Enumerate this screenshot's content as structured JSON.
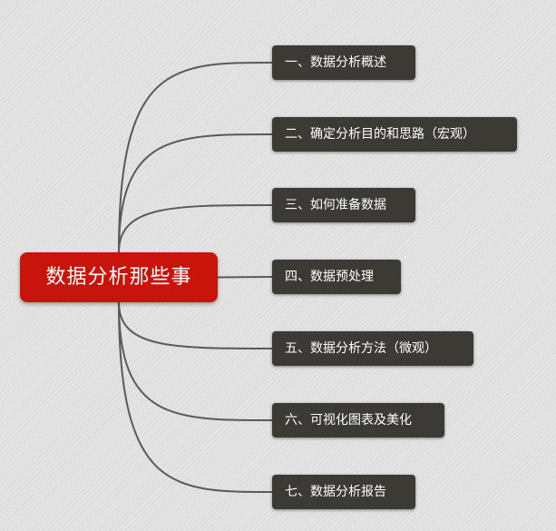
{
  "root": {
    "label": "数据分析那些事",
    "color": "#c8140a"
  },
  "branches": [
    {
      "label": "一、数据分析概述"
    },
    {
      "label": "二、确定分析目的和思路（宏观）"
    },
    {
      "label": "三、如何准备数据"
    },
    {
      "label": "四、数据预处理"
    },
    {
      "label": "五、数据分析方法（微观）"
    },
    {
      "label": "六、可视化图表及美化"
    },
    {
      "label": "七、数据分析报告"
    }
  ],
  "colors": {
    "branch_fill": "#3b3a35",
    "connector": "#5a5a5a",
    "text": "#ffffff"
  }
}
